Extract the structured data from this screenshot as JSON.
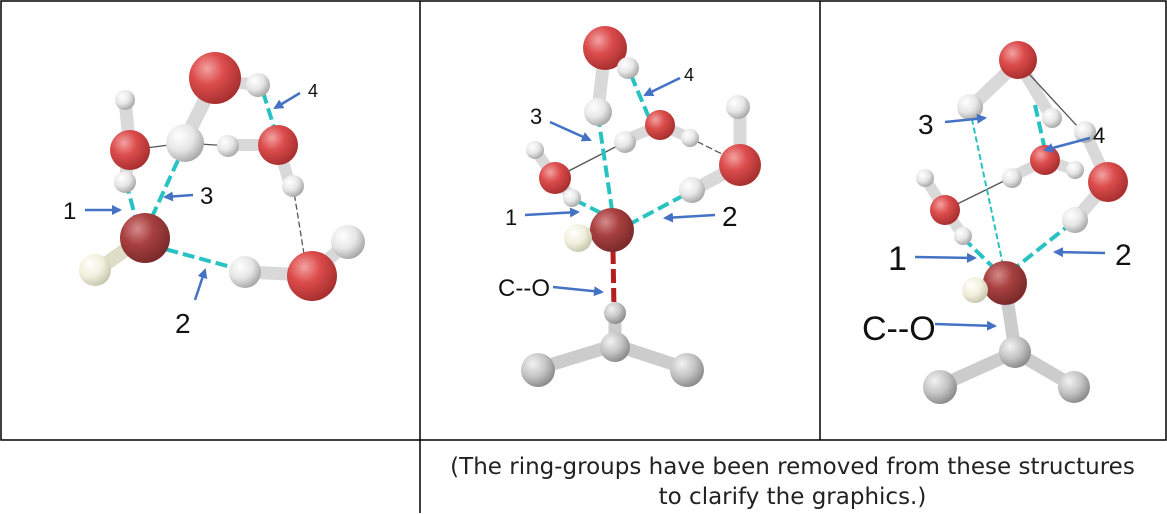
{
  "colors": {
    "oxygen": "#d94a4a",
    "oxygen_dark": "#a53d3d",
    "hydrogen": "#e6e6e6",
    "hydrogen_tip": "#eeeedd",
    "carbon": "#c6c6c6",
    "hbond": "#29c2c2",
    "weak_bond": "#555555",
    "co_bond": "#b41e1e",
    "arrow": "#4472c4"
  },
  "panels": [
    {
      "labels": [
        {
          "text": "1"
        },
        {
          "text": "3"
        },
        {
          "text": "2"
        },
        {
          "text": "4"
        }
      ]
    },
    {
      "labels": [
        {
          "text": "4"
        },
        {
          "text": "3"
        },
        {
          "text": "1"
        },
        {
          "text": "2"
        },
        {
          "text": "C--O"
        }
      ]
    },
    {
      "labels": [
        {
          "text": "3"
        },
        {
          "text": "4"
        },
        {
          "text": "1"
        },
        {
          "text": "2"
        },
        {
          "text": "C--O"
        }
      ]
    }
  ],
  "caption_line1": "(The ring-groups have been removed from these structures",
  "caption_line2": "to clarify the graphics.)"
}
